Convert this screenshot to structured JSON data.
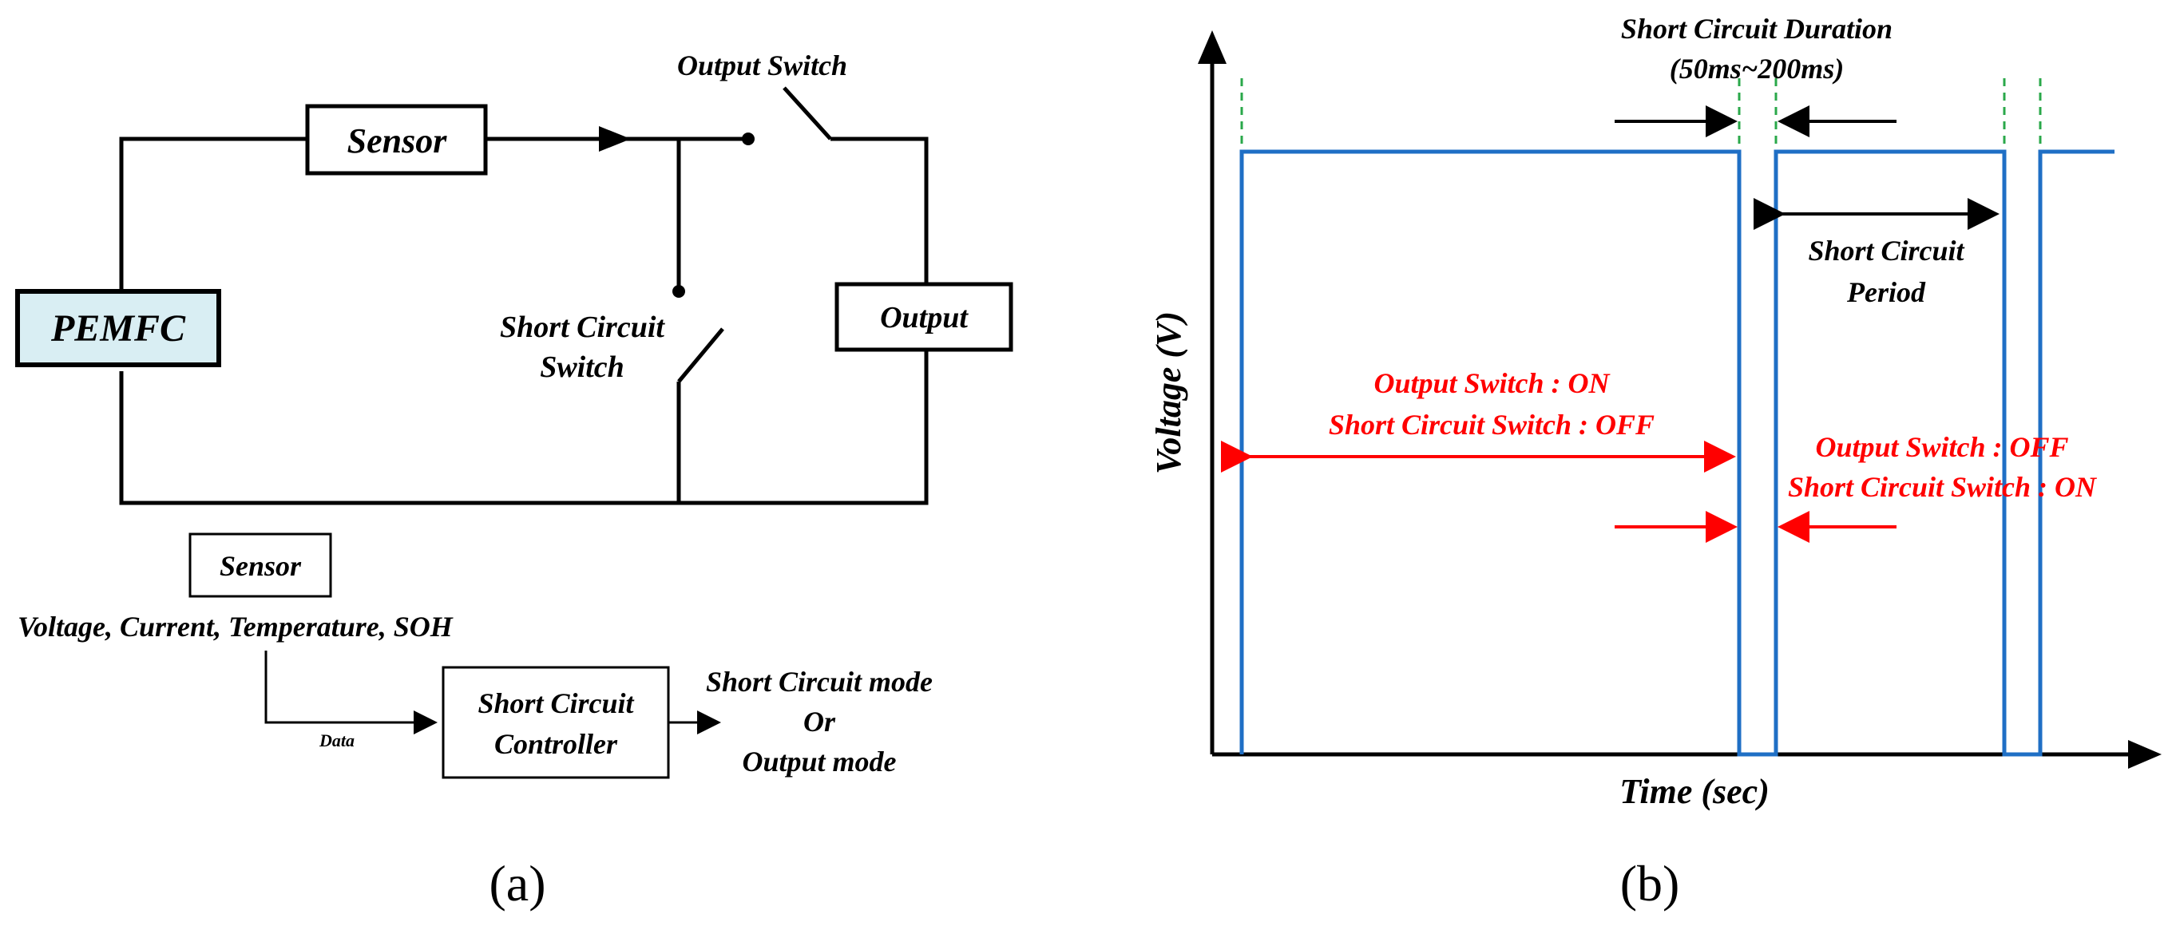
{
  "diagram_a": {
    "sensor_box": "Sensor",
    "pemfc_box": "PEMFC",
    "output_box": "Output",
    "output_switch_label": "Output Switch",
    "short_switch_label_line1": "Short Circuit",
    "short_switch_label_line2": "Switch",
    "sensor_legend_box": "Sensor",
    "sensor_measures": "Voltage, Current, Temperature, SOH",
    "data_label": "Data",
    "controller_line1": "Short Circuit",
    "controller_line2": "Controller",
    "mode_line1": "Short Circuit mode",
    "mode_line2": "Or",
    "mode_line3": "Output mode",
    "caption": "(a)"
  },
  "diagram_b": {
    "duration_line1": "Short Circuit Duration",
    "duration_line2": "(50ms~200ms)",
    "period_line1": "Short Circuit",
    "period_line2": "Period",
    "y_axis_label": "Voltage (V)",
    "x_axis_label": "Time (sec)",
    "on_state_line1": "Output Switch : ON",
    "on_state_line2": "Short Circuit Switch : OFF",
    "off_state_line1": "Output Switch : OFF",
    "off_state_line2": "Short Circuit Switch : ON",
    "caption": "(b)"
  },
  "colors": {
    "line": "#000000",
    "pemfc_fill": "#d9eef3",
    "waveform": "#1f6fc5",
    "guide_dashed": "#2aa84a",
    "state_red": "#ff0000"
  }
}
